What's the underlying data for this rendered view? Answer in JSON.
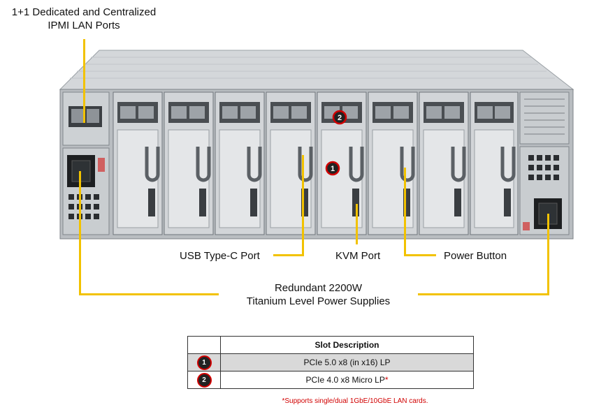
{
  "callouts": {
    "ipmi_line1": "1+1 Dedicated and Centralized",
    "ipmi_line2": "IPMI LAN Ports",
    "usb": "USB Type-C Port",
    "kvm": "KVM Port",
    "power_button": "Power Button",
    "psu_line1": "Redundant 2200W",
    "psu_line2": "Titanium Level Power Supplies"
  },
  "markers": [
    "1",
    "2"
  ],
  "table": {
    "header": "Slot Description",
    "rows": [
      {
        "num": "1",
        "desc": "PCIe 5.0 x8 (in x16) LP",
        "asterisk": ""
      },
      {
        "num": "2",
        "desc": "PCIe 4.0 x8 Micro LP",
        "asterisk": "*"
      }
    ]
  },
  "footnote": "*Supports single/dual 1GbE/10GbE  LAN cards.",
  "colors": {
    "leader": "#f2c200",
    "marker_ring": "#d10000"
  }
}
